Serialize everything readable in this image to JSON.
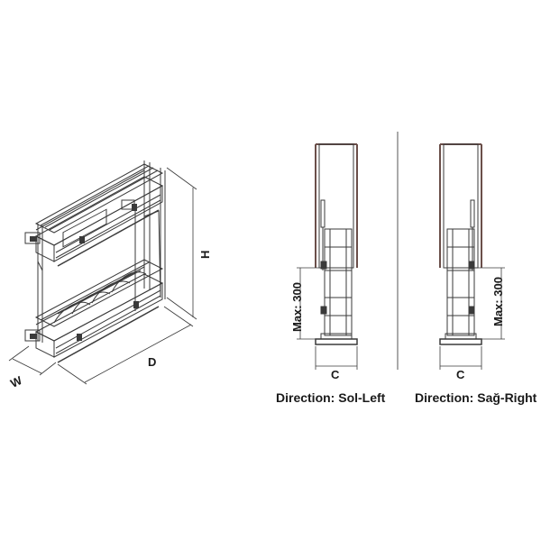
{
  "dimensions": {
    "w_label": "W",
    "d_label": "D",
    "h_label": "H",
    "c_label_left": "C",
    "c_label_right": "C",
    "max_label_left": "Max: 300",
    "max_label_right": "Max: 300"
  },
  "captions": {
    "left": "Direction: Sol-Left",
    "right": "Direction: Sağ-Right"
  },
  "colors": {
    "line": "#3a3a3a",
    "cabinet": "#6b4f4a",
    "text": "#1a1a1a"
  }
}
